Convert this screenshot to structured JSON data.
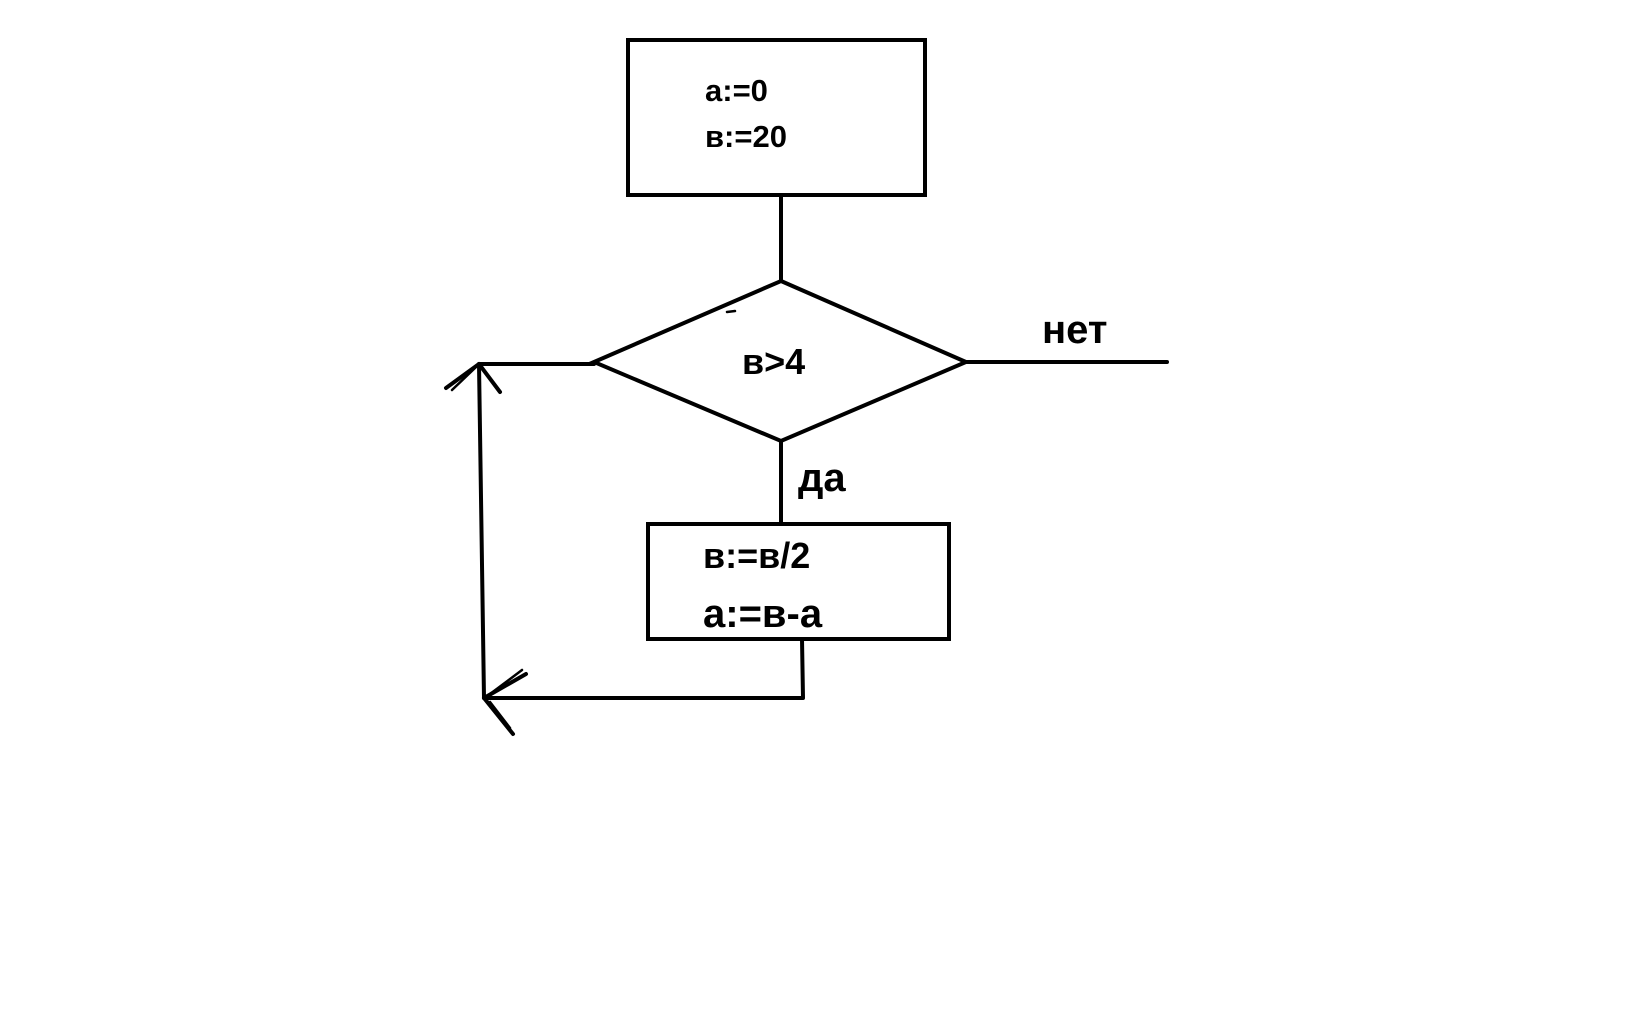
{
  "diagram": {
    "init_block": {
      "line1": "а:=0",
      "line2": "в:=20"
    },
    "condition": {
      "text": "в>4"
    },
    "branch_no": "нет",
    "branch_yes": "да",
    "body_block": {
      "line1": "в:=в/2",
      "line2": "а:=в-а"
    }
  }
}
